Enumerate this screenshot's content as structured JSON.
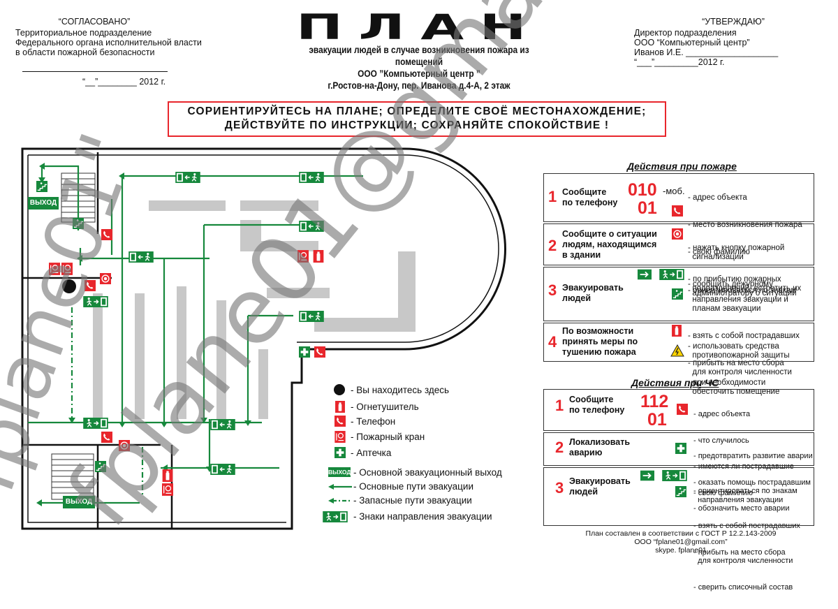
{
  "left_header": {
    "title": "“СОГЛАСОВАНО”",
    "lines": [
      "Территориальное подразделение",
      "Федерального органа исполнительной власти",
      "в области пожарной безопасности"
    ],
    "date": "“__”________ 2012 г."
  },
  "right_header": {
    "title": "“УТВЕРЖДАЮ”",
    "lines": [
      "Директор  подразделения",
      "ООО “Компьютерный центр”",
      "Иванов И.Е. ___________________"
    ],
    "date": "“___”_________2012 г."
  },
  "title": {
    "main": "ПЛАН",
    "line1": "эвакуации людей в случае возникновения пожара из помещений",
    "line2": "ООО ”Компьютерный центр ”",
    "line3": "г.Ростов-на-Дону, пер. Иванова д.4-А,   2 этаж"
  },
  "banner": {
    "line1": "СОРИЕНТИРУЙТЕСЬ  НА  ПЛАНЕ;  ОПРЕДЕЛИТЕ  СВОЁ  МЕСТОНАХОЖДЕНИЕ;",
    "line2": "ДЕЙСТВУЙТЕ   ПО   ИНСТРУКЦИИ;  СОХРАНЯЙТЕ СПОКОЙСТВИЕ !"
  },
  "exit_label": "ВЫХОД",
  "fire_actions": {
    "title": "Действия при пожаре",
    "steps": [
      {
        "num": "1",
        "label": "Сообщите\nпо телефону",
        "phone1": "010",
        "phone_suffix": "-моб.",
        "phone2": "01",
        "items": [
          "- адрес объекта",
          "- место возникновения пожара",
          "- свою фамилию",
          "- по прибытию пожарных\n  подразделений, встретить их"
        ]
      },
      {
        "num": "2",
        "label": "Сообщите о ситуации\nлюдям, находящимся\nв здании",
        "items": [
          "- нажать кнопку пожарной\n  сигнализации",
          "- сообщить дежурному\n  администратору о ситуации"
        ]
      },
      {
        "num": "3",
        "label": "Эвакуировать\nлюдей",
        "items": [
          "- ориентироваться по знакам\n  направления эвакуации и\n  планам эвакуации",
          "- взять с собой пострадавших",
          "- прибыть на место сбора\n  для контроля численности"
        ]
      },
      {
        "num": "4",
        "label": "По возможности\nпринять меры по\nтушению пожара",
        "items": [
          "- использовать средства\n  противопожарной защиты",
          "- при необходимости\n  обесточить помещение"
        ]
      }
    ]
  },
  "emergency_actions": {
    "title": "Действия при ЧС",
    "steps": [
      {
        "num": "1",
        "label": "Сообщите\nпо телефону",
        "phone1": "112",
        "phone2": "01",
        "items": [
          "- адрес объекта",
          "- что случилось",
          "- имеются ли пострадавшие",
          "- свою фамилию"
        ]
      },
      {
        "num": "2",
        "label": "Локализовать\nаварию",
        "items": [
          "- предотвратить развитие аварии",
          "- оказать помощь пострадавшим",
          "- обозначить место аварии"
        ]
      },
      {
        "num": "3",
        "label": "Эвакуировать\nлюдей",
        "items": [
          "- ориентироваться по знакам\n  направления эвакуации",
          "- взять с собой пострадавших",
          "- прибыть на место сбора\n  для контроля численности",
          "- сверить списочный состав"
        ]
      }
    ]
  },
  "legend": [
    {
      "icon": "you-are-here",
      "label": "- Вы находитесь здесь"
    },
    {
      "icon": "extinguisher",
      "label": "- Огнетушитель"
    },
    {
      "icon": "telephone",
      "label": "- Телефон"
    },
    {
      "icon": "fire-hydrant",
      "label": "- Пожарный кран"
    },
    {
      "icon": "first-aid",
      "label": "- Аптечка"
    },
    {
      "icon": "main-exit",
      "label": "- Основной эвакуационный выход"
    },
    {
      "icon": "main-route",
      "label": "- Основные пути эвакуации"
    },
    {
      "icon": "reserve-route",
      "label": "- Запасные пути эвакуации"
    },
    {
      "icon": "direction-sign",
      "label": "- Знаки направления эвакуации"
    }
  ],
  "footer": {
    "line1": "План составлен в соответствии с ГОСТ Р 12.2.143-2009",
    "line2": "ООО “fplane01@gmail.com”",
    "line3": "skype. fplane01"
  },
  "watermarks": [
    "fplane01@gmail.com",
    "\"fplane01\""
  ],
  "colors": {
    "red": "#e8262c",
    "green": "#16883c",
    "grey_furniture": "#c8c8c8",
    "watermark": "#7a7a7a"
  }
}
